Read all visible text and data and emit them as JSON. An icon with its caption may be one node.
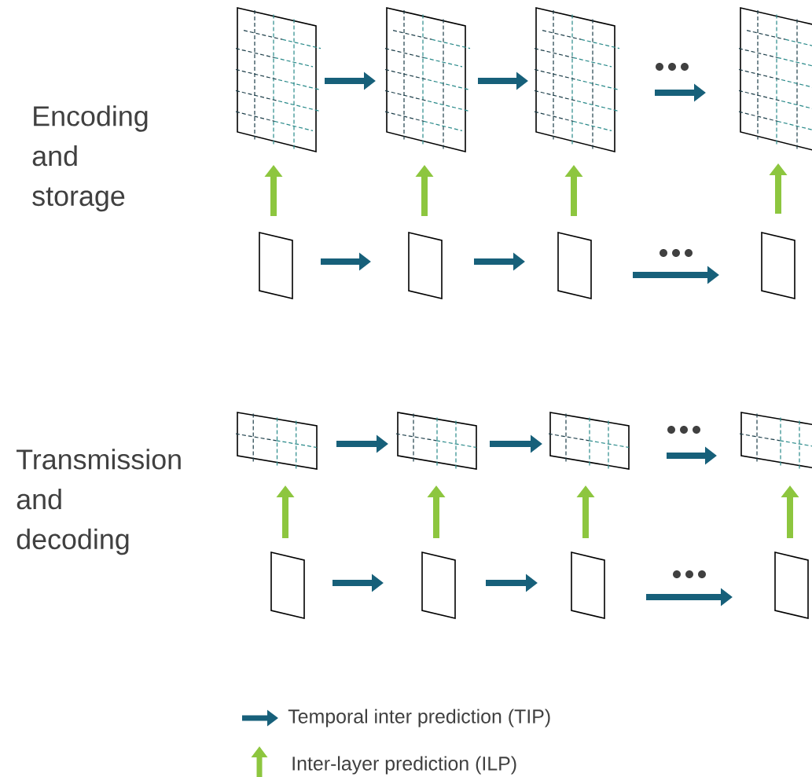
{
  "diagram": {
    "nodes": [
      {
        "text": [],
        "shape": "box"
      },
      {
        "text": [],
        "shape": "box"
      },
      {
        "text": [],
        "shape": "box"
      },
      {
        "text": [],
        "shape": "box"
      },
      {
        "text": [],
        "shape": "box"
      },
      {
        "text": [],
        "shape": "box"
      },
      {
        "text": [],
        "shape": "box"
      },
      {
        "text": [],
        "shape": "box"
      },
      {
        "text": [],
        "shape": "box"
      },
      {
        "text": [],
        "shape": "box"
      },
      {
        "text": [],
        "shape": "box"
      },
      {
        "text": [],
        "shape": "box"
      },
      {
        "text": [],
        "shape": "box"
      },
      {
        "text": [],
        "shape": "box"
      },
      {
        "text": [],
        "shape": "box"
      },
      {
        "text": [],
        "shape": "box"
      }
    ],
    "edges": [
      {
        "from": 0,
        "to": 1,
        "arrow": "to"
      },
      {
        "from": 1,
        "to": 2,
        "arrow": "to"
      },
      {
        "from": 2,
        "to": 3,
        "arrow": "to"
      },
      {
        "from": 4,
        "to": 5,
        "arrow": "to"
      },
      {
        "from": 5,
        "to": 6,
        "arrow": "to"
      },
      {
        "from": 6,
        "to": 7,
        "arrow": "to"
      },
      {
        "from": 4,
        "to": 0,
        "arrow": "to",
        "color": "#8dc63f"
      },
      {
        "from": 5,
        "to": 1,
        "arrow": "to",
        "color": "#8dc63f"
      },
      {
        "from": 6,
        "to": 2,
        "arrow": "to",
        "color": "#8dc63f"
      },
      {
        "from": 7,
        "to": 3,
        "arrow": "to",
        "color": "#8dc63f"
      },
      {
        "from": 8,
        "to": 9,
        "arrow": "to"
      },
      {
        "from": 9,
        "to": 10,
        "arrow": "to"
      },
      {
        "from": 10,
        "to": 11,
        "arrow": "to"
      },
      {
        "from": 12,
        "to": 13,
        "arrow": "to"
      },
      {
        "from": 13,
        "to": 14,
        "arrow": "to"
      },
      {
        "from": 14,
        "to": 15,
        "arrow": "to"
      },
      {
        "from": 12,
        "to": 8,
        "arrow": "to",
        "color": "#8dc63f"
      },
      {
        "from": 13,
        "to": 9,
        "arrow": "to",
        "color": "#8dc63f"
      },
      {
        "from": 14,
        "to": 10,
        "arrow": "to",
        "color": "#8dc63f"
      },
      {
        "from": 15,
        "to": 11,
        "arrow": "to",
        "color": "#8dc63f"
      }
    ],
    "labels": [
      "Encoding and storage",
      "Transmission and decoding"
    ],
    "legend": [
      {
        "text": "Temporal inter prediction (TIP)"
      },
      {
        "text": "Inter-layer prediction (ILP)"
      }
    ]
  }
}
